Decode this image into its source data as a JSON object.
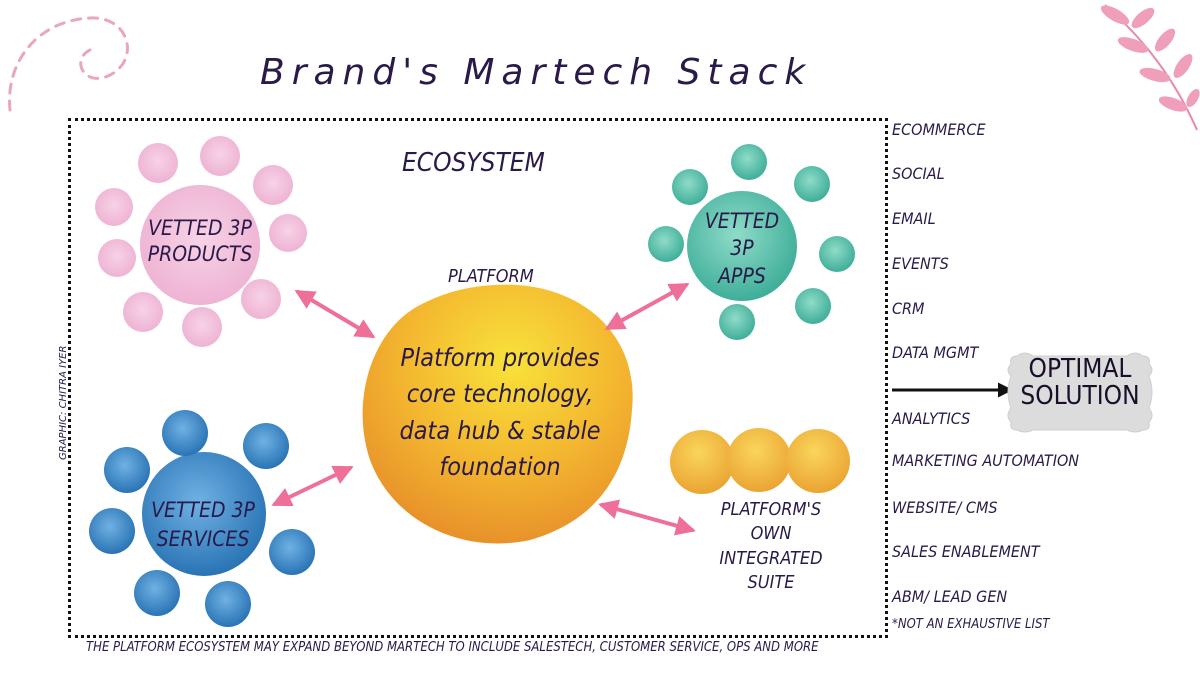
{
  "title": "Brand's Martech Stack",
  "ecosystem_label": "ECOSYSTEM",
  "platform_label": "PLATFORM",
  "platform_text": "Platform provides core technology, data hub & stable foundation",
  "nodes": {
    "products": [
      "VETTED 3P",
      "PRODUCTS"
    ],
    "apps": [
      "VETTED",
      "3P",
      "APPS"
    ],
    "services": [
      "VETTED 3P",
      "SERVICES"
    ],
    "suite": [
      "PLATFORM'S",
      "OWN",
      "INTEGRATED",
      "SUITE"
    ]
  },
  "categories": [
    "ECOMMERCE",
    "SOCIAL",
    "EMAIL",
    "EVENTS",
    "CRM",
    "DATA MGMT",
    "ANALYTICS",
    "MARKETING AUTOMATION",
    "WEBSITE/ CMS",
    "SALES ENABLEMENT",
    "ABM/ LEAD GEN"
  ],
  "not_exhaustive": "*NOT AN EXHAUSTIVE LIST",
  "optimal_solution": [
    "OPTIMAL",
    "SOLUTION"
  ],
  "footer": "THE PLATFORM ECOSYSTEM MAY EXPAND BEYOND MARTECH TO INCLUDE SALESTECH, CUSTOMER SERVICE, OPS AND MORE",
  "credit": "GRAPHIC: CHITRA IYER",
  "colors": {
    "pink": "#f2b8d8",
    "teal": "#5cc4ad",
    "blue": "#3f8fce",
    "orange": "#f2b22e",
    "arrow": "#ee6f98"
  }
}
